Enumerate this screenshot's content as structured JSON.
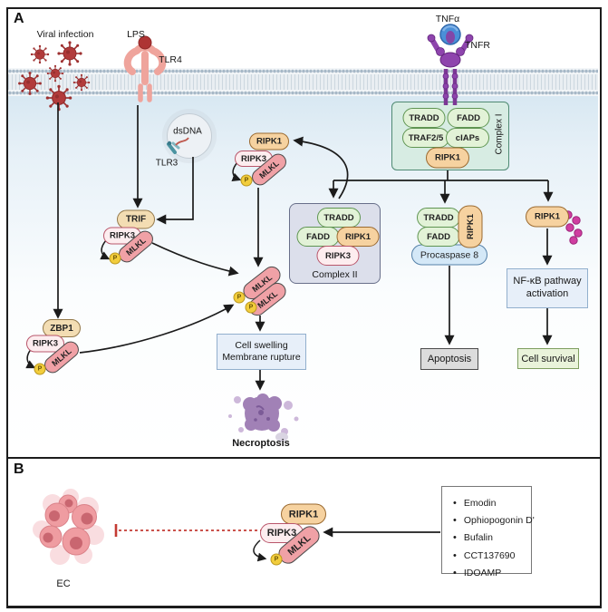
{
  "figure": {
    "panelA": {
      "label": "A",
      "stimuli": {
        "viral_infection": "Viral infection",
        "lps": "LPS",
        "tlr4": "TLR4",
        "dsdna": "dsDNA",
        "tlr3": "TLR3",
        "tnfa": "TNFα",
        "tnfr": "TNFR"
      },
      "proteins": {
        "tradd": "TRADD",
        "fadd": "FADD",
        "traf25": "TRAF2/5",
        "ciaps": "cIAPs",
        "ripk1": "RIPK1",
        "ripk3": "RIPK3",
        "mlkl": "MLKL",
        "trif": "TRIF",
        "zbp1": "ZBP1",
        "procaspase8": "Procaspase 8",
        "phosphate": "P"
      },
      "complexes": {
        "complex1": "Complex I",
        "complex2": "Complex II"
      },
      "outcomes": {
        "nfkb_line1": "NF-κB pathway",
        "nfkb_line2": "activation",
        "swelling_line1": "Cell swelling",
        "swelling_line2": "Membrane rupture",
        "apoptosis": "Apoptosis",
        "cell_survival": "Cell survival",
        "necroptosis": "Necroptosis"
      }
    },
    "panelB": {
      "label": "B",
      "ec": "EC",
      "inhibitors": [
        "Emodin",
        "Ophiopogonin D'",
        "Bufalin",
        "CCT137690",
        "IDOAMP"
      ]
    },
    "colors": {
      "pill_green_border": "#5f9552",
      "pill_orange_border": "#9b6a30",
      "mlkl_pink": "#f0a1a6",
      "inhibition_red": "#c43b33",
      "ubiquitin_magenta": "#cf3da0",
      "phosphate_yellow": "#f2cd3c",
      "tnfr_purple": "#8e44ad",
      "necroptosis_purple": "#a181b6"
    }
  }
}
